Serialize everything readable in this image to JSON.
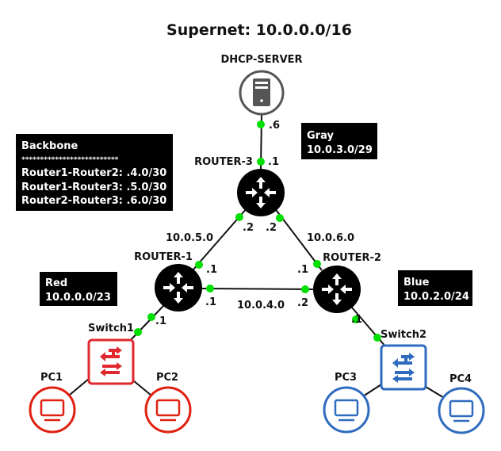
{
  "title": "Supernet: 10.0.0.0/16",
  "nodes": {
    "dhcp": {
      "label": "DHCP-SERVER",
      "color": "#555555"
    },
    "router3": {
      "label": "ROUTER-3"
    },
    "router1": {
      "label": "ROUTER-1"
    },
    "router2": {
      "label": "ROUTER-2"
    },
    "switch1": {
      "label": "Switch1",
      "color": "#e0282e"
    },
    "switch2": {
      "label": "Switch2",
      "color": "#2f6bbf"
    },
    "pc1": {
      "label": "PC1",
      "color": "#e02010"
    },
    "pc2": {
      "label": "PC2",
      "color": "#e02010"
    },
    "pc3": {
      "label": "PC3",
      "color": "#2f6bbf"
    },
    "pc4": {
      "label": "PC4",
      "color": "#2f6bbf"
    }
  },
  "links": {
    "r1r3": "10.0.5.0",
    "r2r3": "10.0.6.0",
    "r1r2": "10.0.4.0"
  },
  "interfaces": {
    "dhcp": ".6",
    "r3_up": ".1",
    "r3_left": ".2",
    "r3_right": ".2",
    "r1_up": ".1",
    "r1_right": ".1",
    "r1_down": ".1",
    "r2_up": ".1",
    "r2_left": ".2",
    "r2_down": ".1"
  },
  "info_boxes": {
    "backbone": {
      "title": "Backbone",
      "separator": "**************************",
      "lines": [
        "Router1-Router2: .4.0/30",
        "Router1-Router3: .5.0/30",
        "Router2-Router3: .6.0/30"
      ]
    },
    "gray": {
      "title": "Gray",
      "subnet": "10.0.3.0/29"
    },
    "red": {
      "title": "Red",
      "subnet": "10.0.0.0/23"
    },
    "blue": {
      "title": "Blue",
      "subnet": "10.0.2.0/24"
    }
  }
}
